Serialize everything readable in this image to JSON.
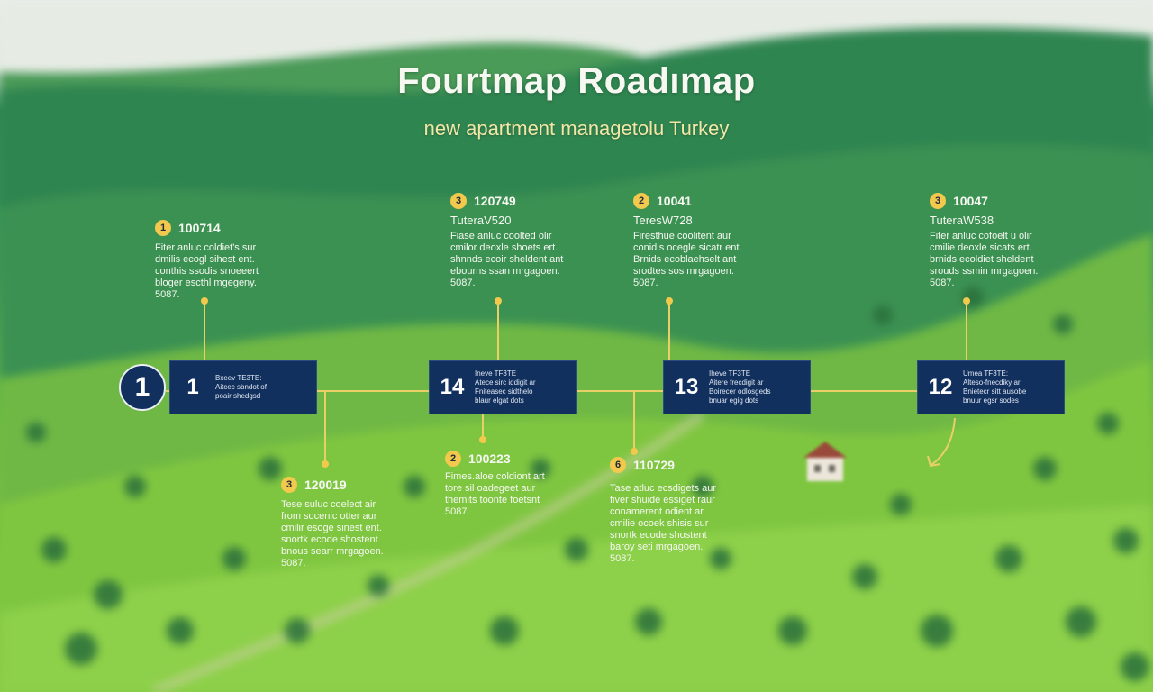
{
  "title": "Fourtmap Roadımap",
  "subtitle": "new apartment managetolu Turkey",
  "colors": {
    "box": "#12305e",
    "accent": "#f2c94c",
    "line": "#e8d067",
    "text": "#f5f7f1",
    "subtitle": "#f2e7a6"
  },
  "start_label": "1",
  "boxes": [
    {
      "num": "1",
      "lines": [
        "Bxeev TE3TE:",
        "Aitcec sbndot of",
        "poair shedgsd"
      ]
    },
    {
      "num": "14",
      "lines": [
        "Ineve TF3TE",
        "Atece sirc iddigit ar",
        "Fniteasec sidthelo",
        "blaur elgat dots"
      ]
    },
    {
      "num": "13",
      "lines": [
        "Iheve TF3TE",
        "Aitere frecdigit ar",
        "Boirecer odlosgeds",
        "bnuar egig dots"
      ]
    },
    {
      "num": "12",
      "lines": [
        "Umea TF3TE:",
        "Alteso-fnecdiky ar",
        "Bnietecr sitt ausobe",
        "bnuur egsr sodes"
      ]
    }
  ],
  "milestones_top": [
    {
      "badge": "1",
      "code": "100714",
      "sub": "",
      "lines": [
        "Fiter anluc coldiet's sur",
        "dmilis ecogl sihest ent.",
        "conthis ssodis snoeeert",
        "bloger escthl mgegeny.",
        "5087."
      ]
    },
    {
      "badge": "3",
      "code": "120749",
      "sub": "TuteraV520",
      "lines": [
        "Fiase anluc coolted olir",
        "cmilor deoxle shoets ert.",
        "shnnds ecoir sheldent ant",
        "ebourns ssan mrgagoen.",
        "5087."
      ]
    },
    {
      "badge": "2",
      "code": "10041",
      "sub": "TeresW728",
      "lines": [
        "Firesthue coolitent aur",
        "conidis ocegle sicatr ent.",
        "Brnids ecoblaehselt ant",
        "srodtes sos mrgagoen.",
        "5087."
      ]
    },
    {
      "badge": "3",
      "code": "10047",
      "sub": "TuteraW538",
      "lines": [
        "Fiter anluc cofoelt u olir",
        "cmilie deoxle sicats ert.",
        "brnids ecoldiet sheldent",
        "srouds ssmin mrgagoen.",
        "5087."
      ]
    }
  ],
  "milestones_bottom": [
    {
      "badge": "3",
      "code": "120019",
      "lines": [
        "Tese suluc coelect air",
        "from socenic otter aur",
        "cmilir esoge sinest ent.",
        "snortk ecode shostent",
        "bnous searr mrgagoen.",
        "5087."
      ]
    },
    {
      "badge": "2",
      "code": "100223",
      "lines": [
        "Fimes.aloe coldiont art",
        "tore sil oadegeet aur",
        "themits toonte foetsnt",
        "5087."
      ]
    },
    {
      "badge": "6",
      "code": "110729",
      "lines": [
        "Tase atluc ecsdigets aur",
        "fiver shuide essiget raur",
        "conamerent odient ar",
        "cmilie ocoek shisis sur",
        "snortk ecode shostent",
        "baroy seti mrgagoen.",
        "5087."
      ]
    }
  ]
}
